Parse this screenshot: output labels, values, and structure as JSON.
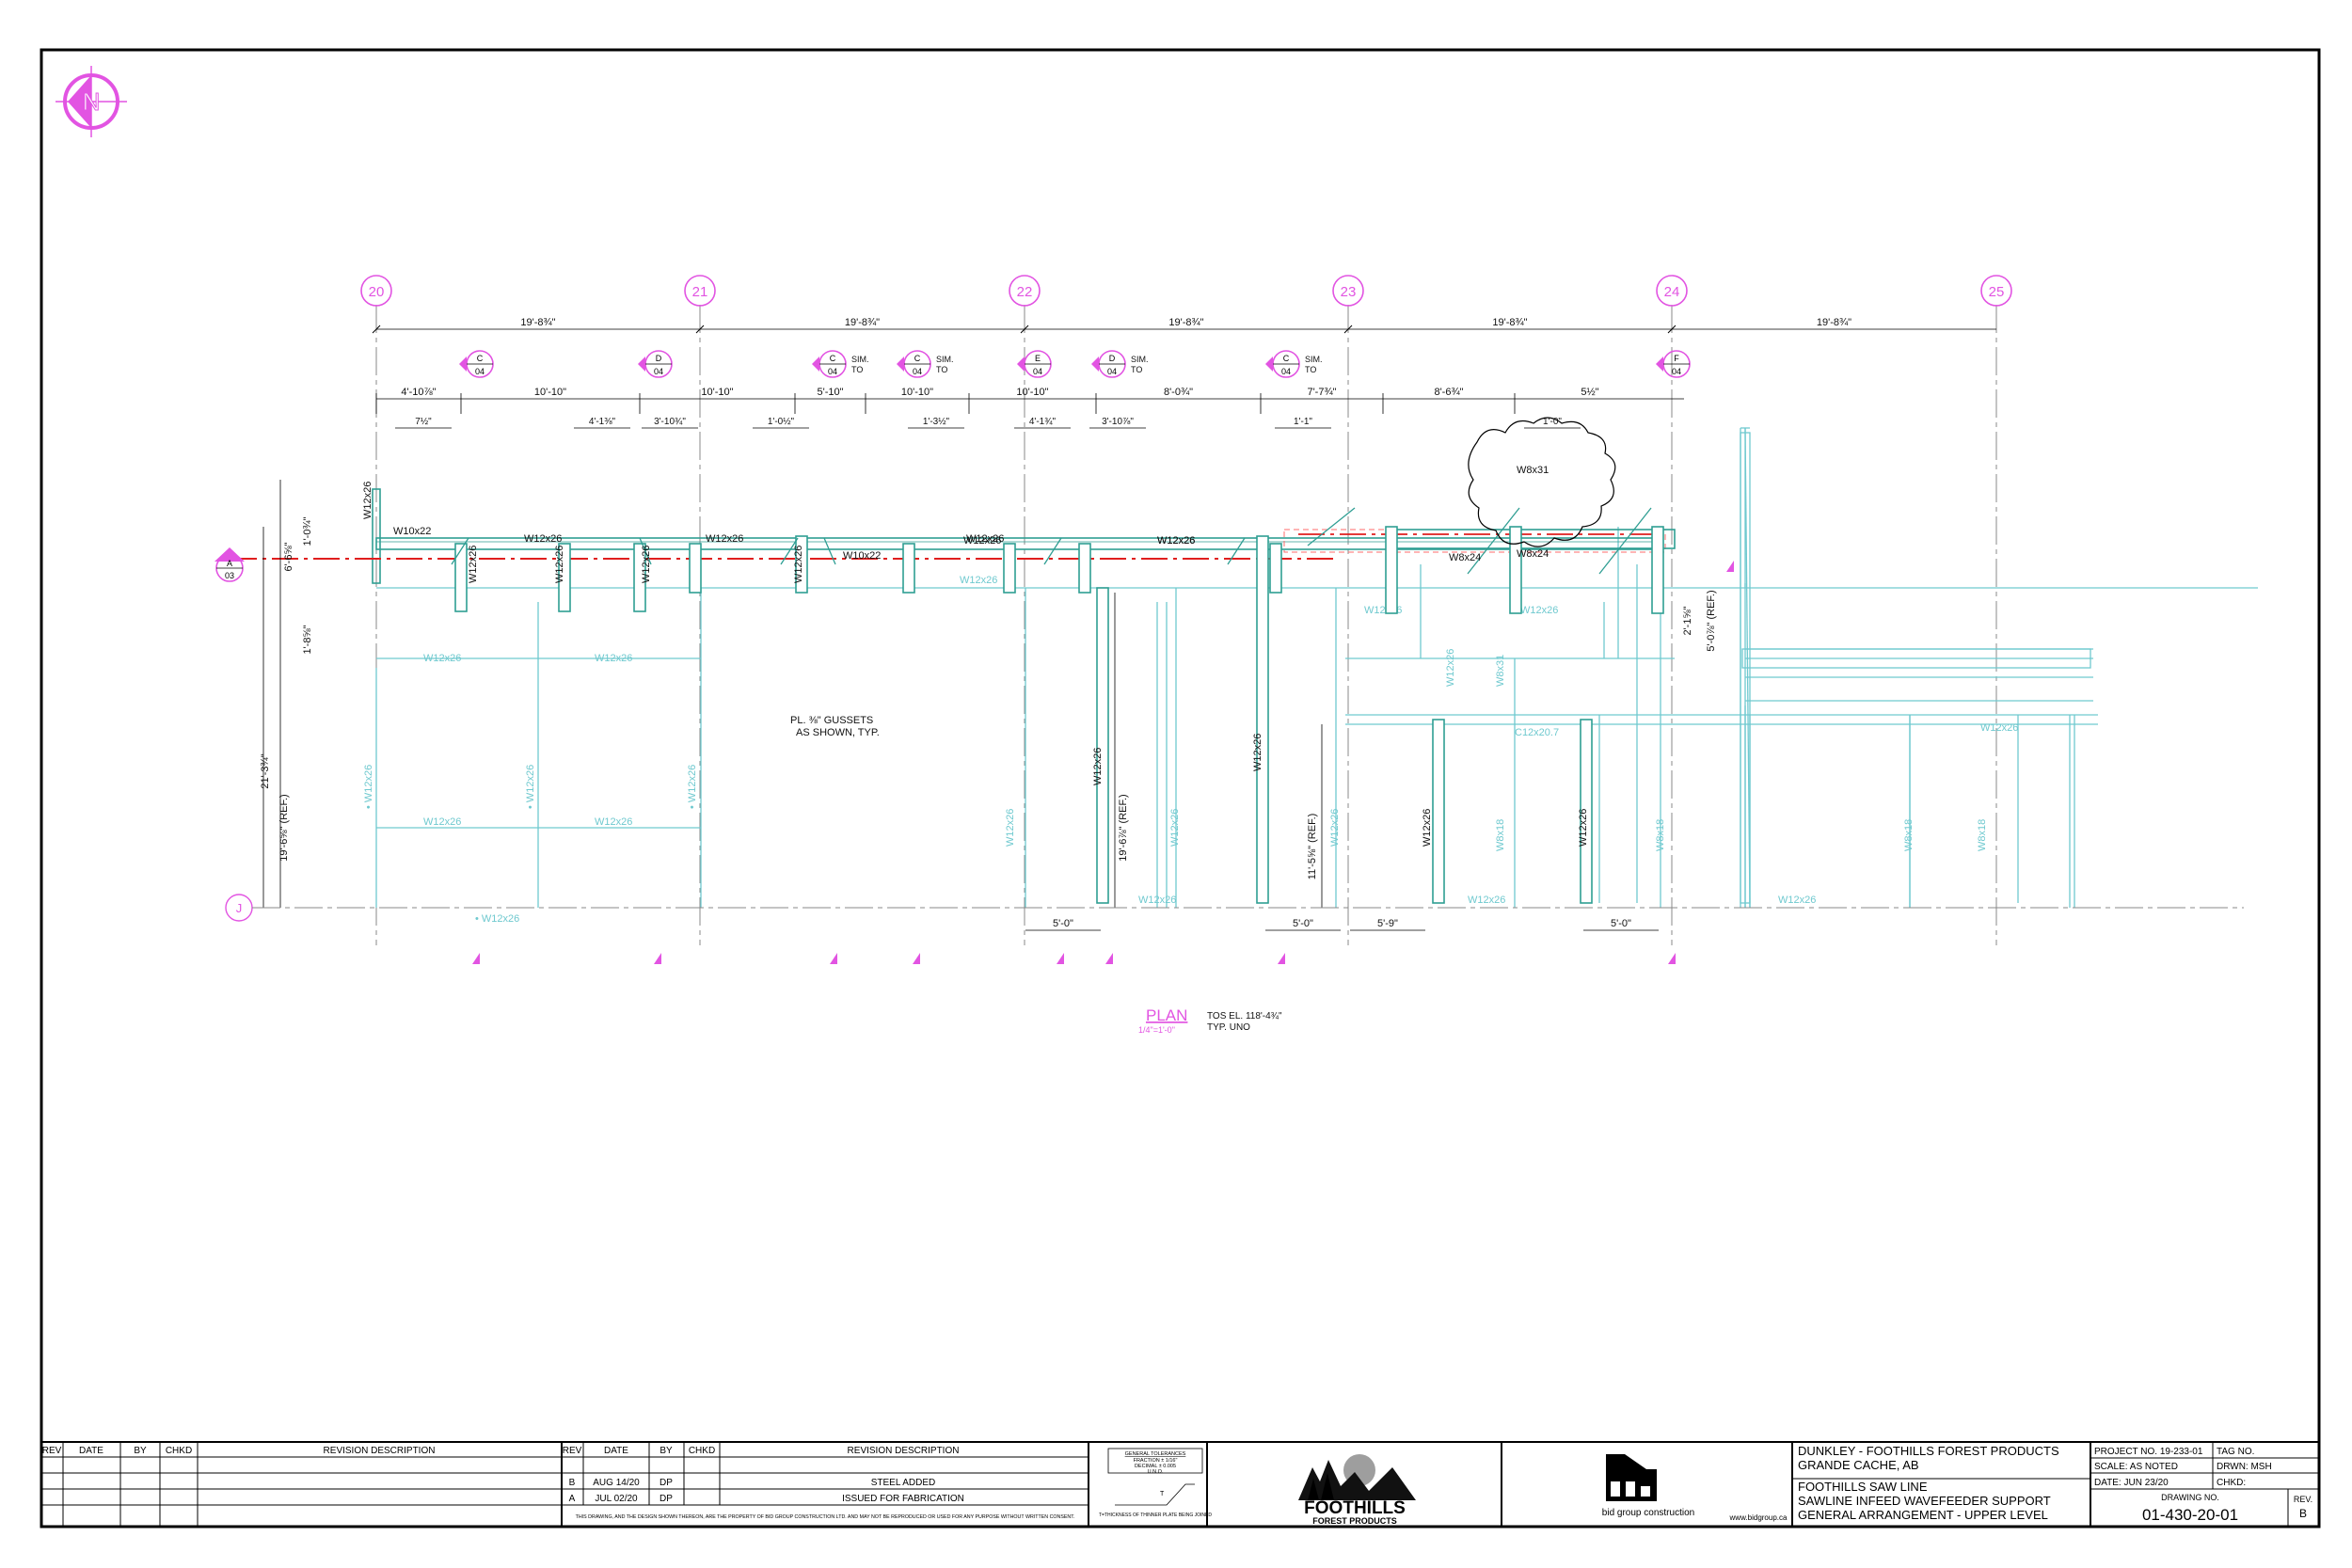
{
  "north_label": "N",
  "grid_columns": [
    {
      "label": "20"
    },
    {
      "label": "21"
    },
    {
      "label": "22"
    },
    {
      "label": "23"
    },
    {
      "label": "24"
    },
    {
      "label": "25"
    }
  ],
  "grid_row_label": "J",
  "overall_dims": [
    "19'-8¾\"",
    "19'-8¾\"",
    "19'-8¾\"",
    "19'-8¾\"",
    "19'-8¾\""
  ],
  "section_callouts": [
    {
      "letter": "C",
      "sheet": "04",
      "note": ""
    },
    {
      "letter": "D",
      "sheet": "04",
      "note": ""
    },
    {
      "letter": "C",
      "sheet": "04",
      "note": "SIM. TO"
    },
    {
      "letter": "C",
      "sheet": "04",
      "note": "SIM. TO"
    },
    {
      "letter": "E",
      "sheet": "04",
      "note": ""
    },
    {
      "letter": "D",
      "sheet": "04",
      "note": "SIM. TO"
    },
    {
      "letter": "C",
      "sheet": "04",
      "note": "SIM. TO"
    },
    {
      "letter": "F",
      "sheet": "04",
      "note": ""
    }
  ],
  "elevation_callout": {
    "letter": "A",
    "sheet": "03"
  },
  "sub_dims": [
    "4'-10⅞\"",
    "10'-10\"",
    "10'-10\"",
    "5'-10\"",
    "10'-10\"",
    "10'-10\"",
    "8'-0¾\"",
    "7'-7¾\"",
    "8'-6¾\"",
    "5½\""
  ],
  "small_dims": [
    "7½\"",
    "4'-1⅜\"",
    "3'-10¾\"",
    "1'-0½\"",
    "1'-3½\"",
    "4'-1¾\"",
    "3'-10⅞\"",
    "1'-1\"",
    "1'-0\""
  ],
  "member_labels": [
    "W10x22",
    "W12x26",
    "W12x26",
    "W12x26",
    "W10x22",
    "W12x26",
    "W12x26",
    "W12x26",
    "W8x24",
    "W8x24",
    "W8x31",
    "W12x26",
    "W12x26",
    "W12x26",
    "W12x26",
    "W12x26",
    "W12x26",
    "W12x26",
    "W12x26",
    "W12x26"
  ],
  "vertical_dims": [
    "6'-6⅝\"",
    "1'-0¾\"",
    "1'-8⅝\"",
    "21'-3¾\"",
    "19'-6⅝\" (REF.)",
    "19'-6⅞\" (REF.)",
    "11'-5⅝\" (REF.)",
    "5'-0⅞\" (REF.)",
    "2'-1⅝\""
  ],
  "bottom_dims": [
    "5'-0\"",
    "5'-0\"",
    "5'-9\"",
    "5'-0\""
  ],
  "gusset_note": [
    "PL. ⅜\" GUSSETS",
    "AS SHOWN, TYP."
  ],
  "plan_title": {
    "title": "PLAN",
    "scale": "1/4\"=1'-0\"",
    "tos": "TOS EL. 118'-4¾\"",
    "typ": "TYP. UNO"
  },
  "colors": {
    "border": "#000000",
    "callout": "#e254e2",
    "structure": "#2f9e93",
    "existing": "#6fc9cf",
    "centerline": "#e01e1e"
  },
  "title_block": {
    "rev_headers": [
      "REV",
      "DATE",
      "BY",
      "CHKD",
      "REVISION DESCRIPTION"
    ],
    "revisions": [
      {
        "rev": "B",
        "date": "AUG 14/20",
        "by": "DP",
        "chkd": "",
        "description": "STEEL ADDED"
      },
      {
        "rev": "A",
        "date": "JUL 02/20",
        "by": "DP",
        "chkd": "",
        "description": "ISSUED FOR FABRICATION"
      }
    ],
    "disclaimer": "THIS DRAWING, AND THE DESIGN SHOWN THEREON, ARE THE PROPERTY OF BID GROUP CONSTRUCTION LTD. AND MAY NOT BE REPRODUCED OR USED FOR ANY PURPOSE WITHOUT WRITTEN CONSENT.",
    "tolerance": {
      "title": "GENERAL TOLERANCES",
      "l1": "FRACTION ± 1/16\"",
      "l2": "DECIMAL ± 0.005",
      "l3": "U.N.O.",
      "weld": "T=THICKNESS OF THINNER PLATE BEING JOINED"
    },
    "client_logo": {
      "line1": "FOOTHILLS",
      "line2": "FOREST PRODUCTS"
    },
    "company": {
      "name": "bid group construction",
      "url": "www.bidgroup.ca"
    },
    "project_lines": [
      "DUNKLEY - FOOTHILLS FOREST PRODUCTS",
      "GRANDE CACHE, AB",
      "FOOTHILLS SAW LINE",
      "SAWLINE INFEED WAVEFEEDER SUPPORT",
      "GENERAL ARRANGEMENT - UPPER LEVEL"
    ],
    "project_no": "PROJECT NO. 19-233-01",
    "tag_no": "TAG NO.",
    "scale": "SCALE:  AS NOTED",
    "drwn": "DRWN: MSH",
    "date": "DATE:  JUN 23/20",
    "chkd": "CHKD:",
    "drawing_no_label": "DRAWING NO.",
    "drawing_no": "01-430-20-01",
    "rev_label": "REV.",
    "rev": "B"
  }
}
